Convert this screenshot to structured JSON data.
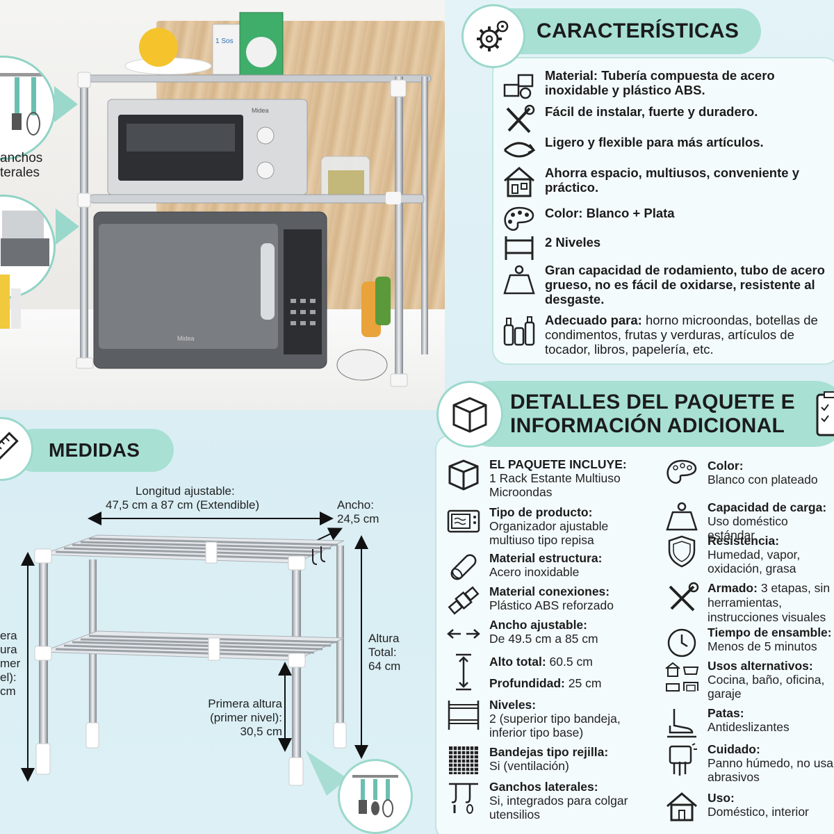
{
  "photo": {
    "oven_brand": "Midea",
    "jar_label": "1 Sos",
    "microwave_brand": "Midea"
  },
  "side_labels": {
    "hooks": [
      "anchos",
      "terales"
    ]
  },
  "caracteristicas": {
    "title": "CARACTERÍSTICAS",
    "items": [
      {
        "icon": "materials-icon",
        "bold": "Material: Tubería compuesta de acero inoxidable y plástico ABS.",
        "rest": ""
      },
      {
        "icon": "tools-icon",
        "bold": "Fácil de instalar, fuerte y duradero.",
        "rest": ""
      },
      {
        "icon": "flexible-icon",
        "bold": "Ligero y flexible para más artículos.",
        "rest": ""
      },
      {
        "icon": "house-icon",
        "bold": "Ahorra espacio, multiusos, conveniente y práctico.",
        "rest": ""
      },
      {
        "icon": "palette-icon",
        "bold": "Color: Blanco + Plata",
        "rest": ""
      },
      {
        "icon": "levels-icon",
        "bold": "2 Niveles",
        "rest": ""
      },
      {
        "icon": "weight-icon",
        "bold": "Gran capacidad de rodamiento, tubo de acero grueso, no es fácil de oxidarse, resistente al desgaste.",
        "rest": ""
      },
      {
        "icon": "bottles-icon",
        "bold": "Adecuado para:",
        "rest": " horno microondas, botellas de condimentos, frutas y verduras, artículos de tocador, libros, papelería, etc."
      }
    ]
  },
  "medidas": {
    "title": "MEDIDAS",
    "length_label": "Longitud ajustable:",
    "length_value": "47,5 cm a 87 cm (Extendible)",
    "width_label": "Ancho:",
    "width_value": "24,5 cm",
    "height_label": "Altura",
    "height_label2": "Total:",
    "height_value": "64 cm",
    "first_height_l1": "Primera altura",
    "first_height_l2": "(primer nivel):",
    "first_height_value": "30,5 cm",
    "left_cut": [
      "era",
      "ura",
      "mer",
      "el):",
      "cm"
    ]
  },
  "paquete": {
    "title_l1": "DETALLES DEL PAQUETE E",
    "title_l2": "INFORMACIÓN ADICIONAL",
    "left": [
      {
        "icon": "box-icon",
        "label": "EL PAQUETE INCLUYE:",
        "value": "1 Rack Estante Multiuso Microondas"
      },
      {
        "icon": "microwave-icon",
        "label": "Tipo de producto:",
        "value": "Organizador ajustable multiuso tipo repisa"
      },
      {
        "icon": "tube-icon",
        "label": "Material estructura:",
        "value": "Acero inoxidable"
      },
      {
        "icon": "connector-icon",
        "label": "Material conexiones:",
        "value": "Plástico ABS reforzado"
      },
      {
        "icon": "width-arrows-icon",
        "label": "Ancho ajustable:",
        "value": "De 49.5 cm a 85 cm"
      },
      {
        "icon": "height-arrow-icon",
        "label": "Alto total:",
        "value": " 60.5 cm"
      },
      {
        "icon": "depth-icon",
        "label": "Profundidad:",
        "value": " 25 cm"
      },
      {
        "icon": "shelf-levels-icon",
        "label": "Niveles:",
        "value": "2 (superior tipo bandeja, inferior tipo base)"
      },
      {
        "icon": "grid-icon",
        "label": "Bandejas tipo rejilla:",
        "value": "Si (ventilación)"
      },
      {
        "icon": "hooks-icon",
        "label": "Ganchos laterales:",
        "value": "Si, integrados para colgar utensilios"
      }
    ],
    "right": [
      {
        "icon": "palette-icon",
        "label": "Color:",
        "value": "Blanco con plateado"
      },
      {
        "icon": "weight-icon",
        "label": "Capacidad de carga:",
        "value": "Uso doméstico estándar"
      },
      {
        "icon": "shield-icon",
        "label": "Resistencia:",
        "value": "Humedad, vapor, oxidación, grasa"
      },
      {
        "icon": "tools-icon",
        "label": "Armado:",
        "value": " 3 etapas, sin herramientas, instrucciones visuales"
      },
      {
        "icon": "clock-icon",
        "label": "Tiempo de ensamble:",
        "value": "Menos de 5 minutos"
      },
      {
        "icon": "rooms-icon",
        "label": "Usos alternativos:",
        "value": "Cocina, baño, oficina, garaje"
      },
      {
        "icon": "feet-icon",
        "label": "Patas:",
        "value": "Antideslizantes"
      },
      {
        "icon": "cleaning-icon",
        "label": "Cuidado:",
        "value": "Panno húmedo, no usar abrasivos"
      },
      {
        "icon": "home-icon",
        "label": "Uso:",
        "value": " Doméstico, interior"
      }
    ]
  }
}
